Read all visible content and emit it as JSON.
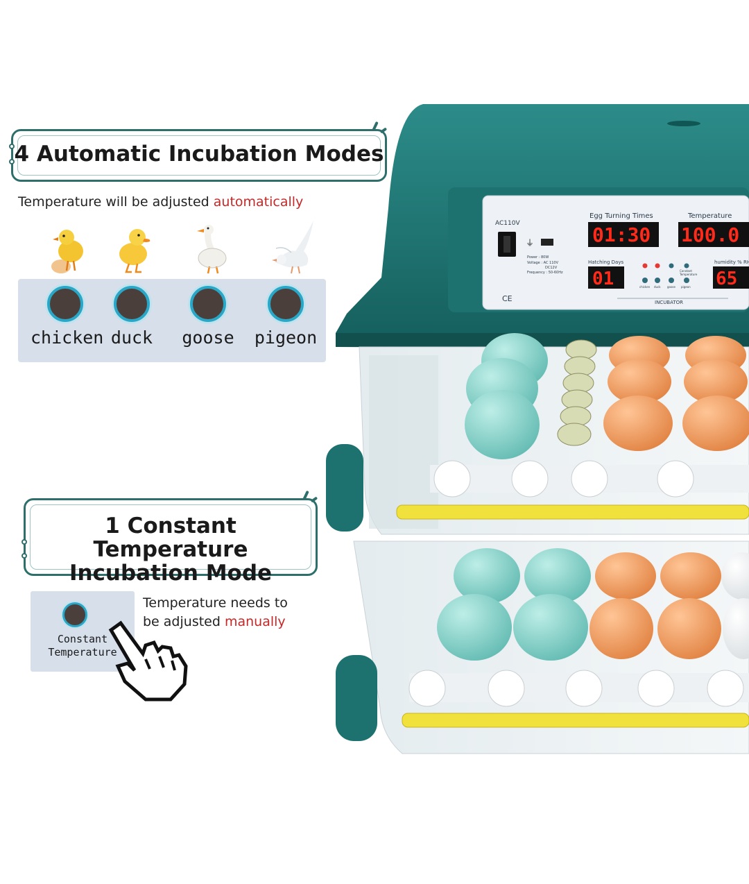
{
  "header": {
    "title": "4 Automatic Incubation Modes",
    "subtitle_prefix": "Temperature will be adjusted ",
    "subtitle_highlight": "automatically"
  },
  "modes": [
    {
      "label": "chicken",
      "icon": "chick-icon"
    },
    {
      "label": "duck",
      "icon": "duckling-icon"
    },
    {
      "label": "goose",
      "icon": "goose-icon"
    },
    {
      "label": "pigeon",
      "icon": "dove-icon"
    }
  ],
  "constant": {
    "title_line1": "1 Constant Temperature",
    "title_line2": "Incubation Mode",
    "button_line1": "Constant",
    "button_line2": "Temperature",
    "note_line1": "Temperature needs to",
    "note_prefix": "be adjusted ",
    "note_highlight": "manually"
  },
  "incubator_panel": {
    "power_label": "AC110V",
    "egg_turning_label": "Egg Turning Times",
    "egg_turning_value": "01:30",
    "temperature_label": "Temperature",
    "temperature_value": "100.0",
    "hatching_label": "Hatching Days",
    "hatching_value": "01",
    "humidity_label": "humidity % RH",
    "humidity_value": "65",
    "spec_power": "Power : 80W",
    "spec_voltage": "Voltage : AC 110V",
    "spec_dc": "DC12V",
    "spec_frequency": "Frequency : 50-60Hz",
    "mini_labels": [
      "chicken",
      "duck",
      "goose",
      "pigeon"
    ],
    "constant_label_1": "Constant",
    "constant_label_2": "Temperature",
    "brand": "INCUBATOR",
    "cert_marks": "CE"
  },
  "colors": {
    "accent_teal": "#2e6f6c",
    "highlight_red": "#c62828",
    "shell_teal": "#1f7a78",
    "led_red": "#ff2b1a"
  }
}
